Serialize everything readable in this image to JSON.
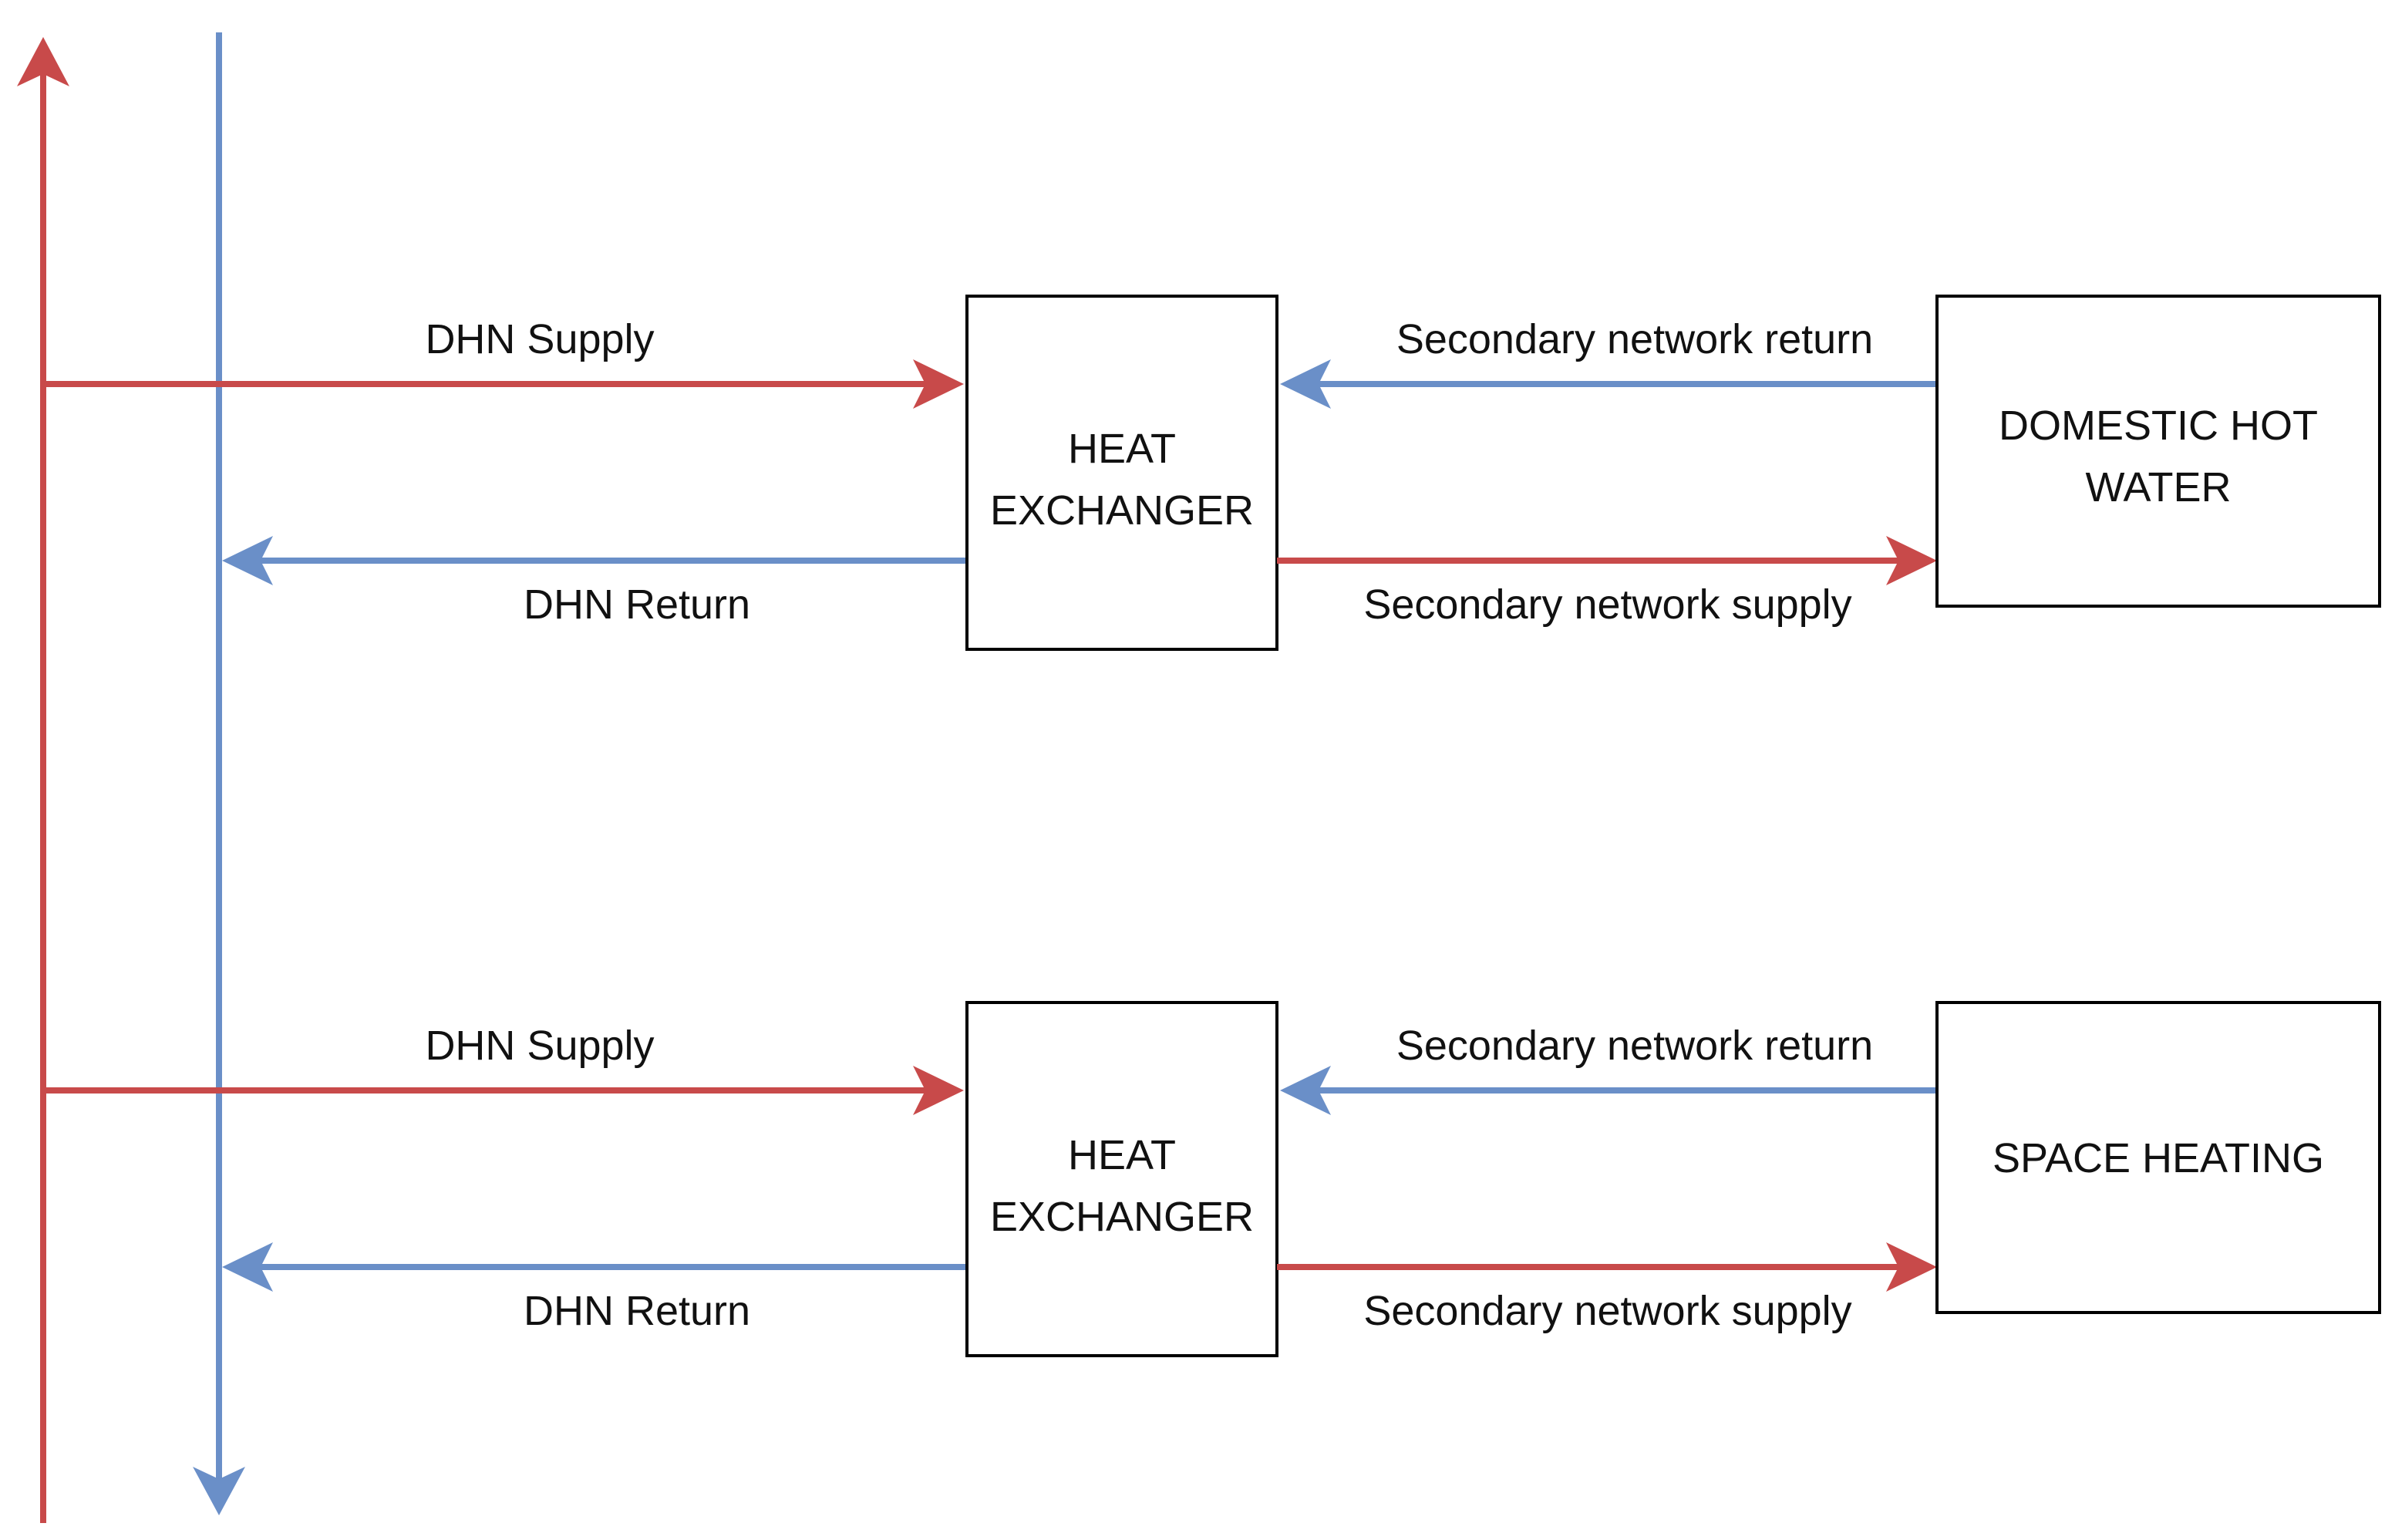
{
  "colors": {
    "supply": "#C84A4A",
    "return": "#6A8FC8",
    "box_stroke": "#000000",
    "text": "#111111"
  },
  "units": [
    {
      "dhn_supply_label": "DHN Supply",
      "dhn_return_label": "DHN Return",
      "exchanger_label": [
        "HEAT",
        "EXCHANGER"
      ],
      "secondary_return_label": "Secondary network return",
      "secondary_supply_label": "Secondary network supply",
      "consumer_label": [
        "DOMESTIC HOT",
        "WATER"
      ]
    },
    {
      "dhn_supply_label": "DHN Supply",
      "dhn_return_label": "DHN Return",
      "exchanger_label": [
        "HEAT",
        "EXCHANGER"
      ],
      "secondary_return_label": "Secondary network return",
      "secondary_supply_label": "Secondary network supply",
      "consumer_label": [
        "SPACE HEATING"
      ]
    }
  ]
}
